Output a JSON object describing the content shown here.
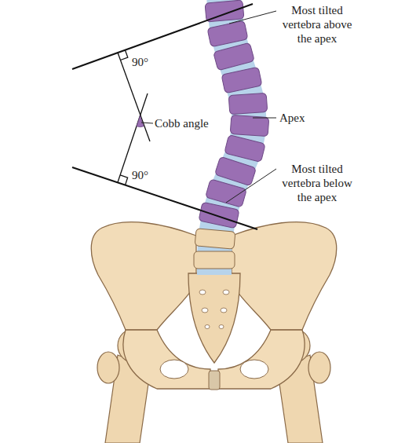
{
  "diagram": {
    "labels": [
      "Most tilted vertebra above the apex",
      "90°",
      "Apex",
      "Cobb angle",
      "90°",
      "Most tilted vertebra below the apex"
    ]
  }
}
